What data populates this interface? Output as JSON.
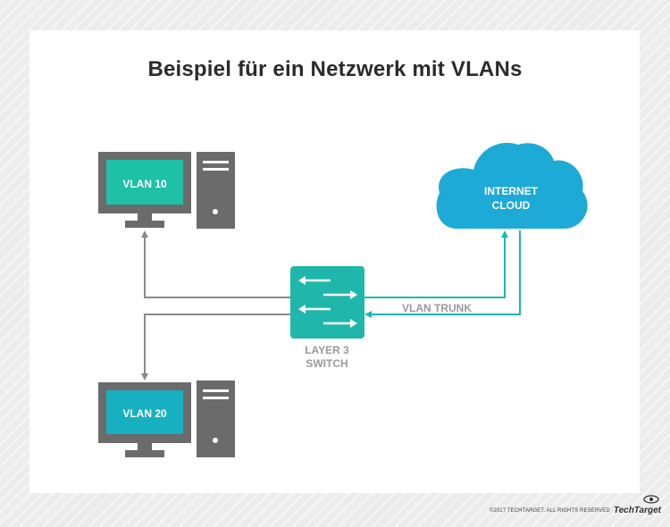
{
  "title": "Beispiel für ein Netzwerk mit VLANs",
  "nodes": {
    "vlan10": "VLAN 10",
    "vlan20": "VLAN 20",
    "cloud_line1": "INTERNET",
    "cloud_line2": "CLOUD",
    "switch_line1": "LAYER 3",
    "switch_line2": "SWITCH"
  },
  "edges": {
    "trunk_label": "VLAN TRUNK"
  },
  "footer": {
    "copyright": "©2017 TECHTARGET. ALL RIGHTS RESERVED",
    "brand": "TechTarget"
  },
  "colors": {
    "accent_teal": "#1ab8b0",
    "cloud_blue": "#1eaad6",
    "device_gray": "#6b6b6b",
    "screen_vlan10": "#1ec0a6",
    "screen_vlan20": "#17b0c0",
    "switch_teal": "#1fb7ab"
  }
}
